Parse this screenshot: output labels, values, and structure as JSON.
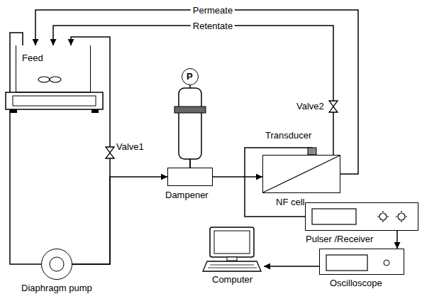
{
  "diagram": {
    "nodes": [
      {
        "text": [
          "Feed"
        ]
      },
      {
        "text": [
          "P"
        ]
      },
      {
        "text": [
          "Dampener"
        ]
      },
      {
        "text": [
          "NF cell"
        ]
      },
      {
        "text": [
          "Pulser /Receiver"
        ]
      },
      {
        "text": [
          "Oscilloscope"
        ]
      },
      {
        "text": [
          "Computer"
        ]
      },
      {
        "text": [
          "Diaphragm pump"
        ]
      }
    ],
    "edges": [
      {
        "from": 0,
        "to": 7,
        "arrow": "none"
      },
      {
        "from": 7,
        "to": 2,
        "arrow": "to"
      },
      {
        "from": 7,
        "to": 0,
        "arrow": "to"
      },
      {
        "from": 2,
        "to": 3,
        "arrow": "to"
      },
      {
        "from": 3,
        "to": 0,
        "label": "Retentate",
        "arrow": "to"
      },
      {
        "from": 3,
        "to": 0,
        "label": "Permeate",
        "arrow": "to"
      },
      {
        "from": 1,
        "to": 2,
        "arrow": "none"
      },
      {
        "from": 3,
        "to": 4,
        "arrow": "none"
      },
      {
        "from": 4,
        "to": 5,
        "arrow": "to"
      },
      {
        "from": 5,
        "to": 6,
        "arrow": "to"
      }
    ],
    "labels": [
      "Valve1",
      "Valve2",
      "Transducer"
    ]
  }
}
